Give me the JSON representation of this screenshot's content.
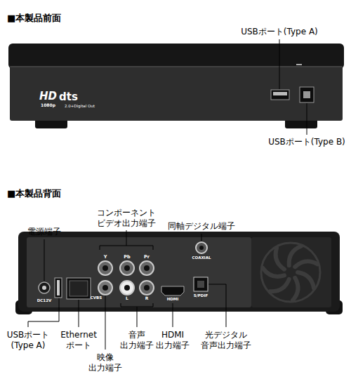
{
  "diagram": {
    "labels": [
      "■本製品前面",
      "USBポート(Type A)",
      "HD",
      "1080p",
      "dts",
      "2.0+Digital Out",
      "USBポート(Type B)",
      "■本製品背面",
      "コンポーネント ビデオ出力端子",
      "電源端子",
      "同軸デジタル端子",
      "Y",
      "Pb",
      "Pr",
      "COAXIAL",
      "CVBS",
      "L",
      "R",
      "HDMI",
      "S/PDIF",
      "DC12V",
      "USBポート (Type A)",
      "Ethernet ポート",
      "映像 出力端子",
      "音声 出力端子",
      "HDMI 出力端子",
      "光デジタル 音声出力端子"
    ]
  }
}
